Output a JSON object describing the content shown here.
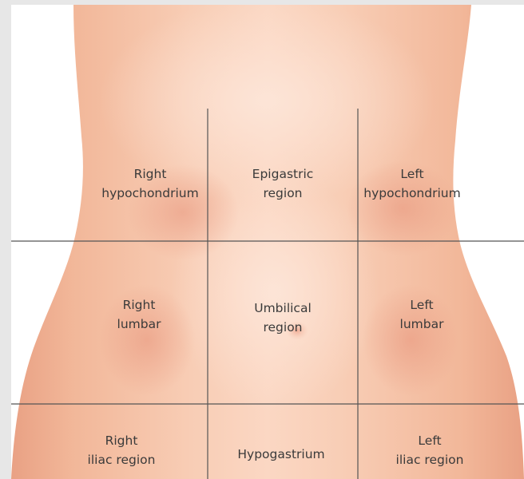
{
  "colors": {
    "background_frame": "#e6e6e6",
    "canvas": "#ffffff",
    "skin_light": "#fbd7c2",
    "skin_mid": "#f3b89a",
    "skin_shadow": "#e29a7e",
    "grid_line": "#555555",
    "text": "#3a3a3a"
  },
  "regions": [
    {
      "id": "right-hypochondrium",
      "lines": [
        "Right",
        "hypochondrium"
      ]
    },
    {
      "id": "epigastric-region",
      "lines": [
        "Epigastric",
        "region"
      ]
    },
    {
      "id": "left-hypochondrium",
      "lines": [
        "Left",
        "hypochondrium"
      ]
    },
    {
      "id": "right-lumbar",
      "lines": [
        "Right",
        "lumbar"
      ]
    },
    {
      "id": "umbilical-region",
      "lines": [
        "Umbilical",
        "region"
      ]
    },
    {
      "id": "left-lumbar",
      "lines": [
        "Left",
        "lumbar"
      ]
    },
    {
      "id": "right-iliac-region",
      "lines": [
        "Right",
        "iliac region"
      ]
    },
    {
      "id": "hypogastrium",
      "lines": [
        "Hypogastrium"
      ]
    },
    {
      "id": "left-iliac-region",
      "lines": [
        "Left",
        "iliac region"
      ]
    }
  ]
}
